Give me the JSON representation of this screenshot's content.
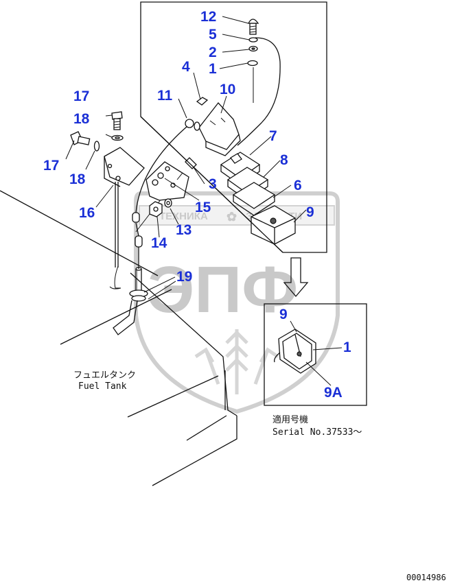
{
  "callouts": {
    "c12": "12",
    "c5": "5",
    "c2": "2",
    "c1": "1",
    "c4": "4",
    "c10": "10",
    "c11": "11",
    "c17a": "17",
    "c18a": "18",
    "c17b": "17",
    "c18b": "18",
    "c7": "7",
    "c8": "8",
    "c6": "6",
    "c3": "3",
    "c15": "15",
    "c16": "16",
    "c9": "9",
    "c13": "13",
    "c14": "14",
    "c19": "19",
    "inset_9": "9",
    "inset_1": "1",
    "inset_9A": "9A"
  },
  "notes": {
    "fuel_tank_jp": "フュエルタンク",
    "fuel_tank_en": "Fuel Tank",
    "serial_jp": "適用号機",
    "serial_en": "Serial No.37533～",
    "drawing_number": "00014986"
  },
  "watermark": {
    "top_text_left": "ТЕХНИКА",
    "top_text_right": "ЗАПЧАСТИ",
    "big_text": "ЭПФ"
  },
  "colors": {
    "callout": "#1a2fd6",
    "line": "#111111",
    "watermark": "#c9c9c9"
  }
}
